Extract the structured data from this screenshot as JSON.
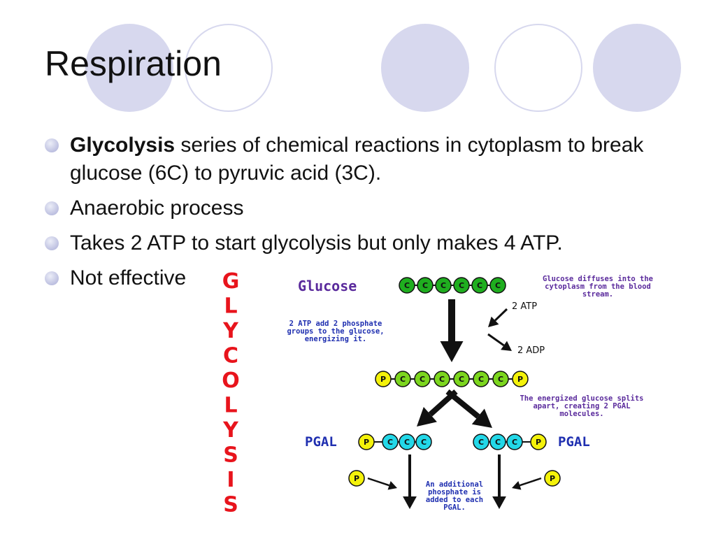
{
  "slide": {
    "title": "Respiration",
    "bullets": [
      {
        "bold": "Glycolysis",
        "text": " series of chemical reactions in cytoplasm to break glucose (6C) to pyruvic acid (3C)."
      },
      {
        "bold": "",
        "text": "Anaerobic process"
      },
      {
        "bold": "",
        "text": "Takes 2 ATP to start glycolysis but only makes 4 ATP."
      },
      {
        "bold": "",
        "text": "Not effective"
      }
    ]
  },
  "diagram": {
    "vertical_title": [
      "G",
      "L",
      "Y",
      "C",
      "O",
      "L",
      "Y",
      "S",
      "I",
      "S"
    ],
    "glucose_label": "Glucose",
    "pgal_label": "PGAL",
    "carbon": "C",
    "phosphate": "P",
    "atp_in": "2 ATP",
    "adp_out": "2 ADP",
    "note_diffuse": [
      "Glucose diffuses into the",
      "cytoplasm from the blood",
      "stream."
    ],
    "note_atp": [
      "2 ATP add 2 phosphate",
      "groups to the glucose,",
      "energizing it."
    ],
    "note_split": [
      "The energized glucose splits",
      "apart, creating 2 PGAL",
      "molecules."
    ],
    "note_phosphate": [
      "An additional",
      "phosphate is",
      "added to each",
      "PGAL."
    ],
    "colors": {
      "title_red": "#e8141c",
      "label_purple": "#5a2a9c",
      "label_blue": "#1f2fb0",
      "glucose_green": "#1fae1f",
      "energized_green": "#7cd61e",
      "pgal_cyan": "#23d8e8",
      "phosphate_yellow": "#f4f20a"
    }
  }
}
